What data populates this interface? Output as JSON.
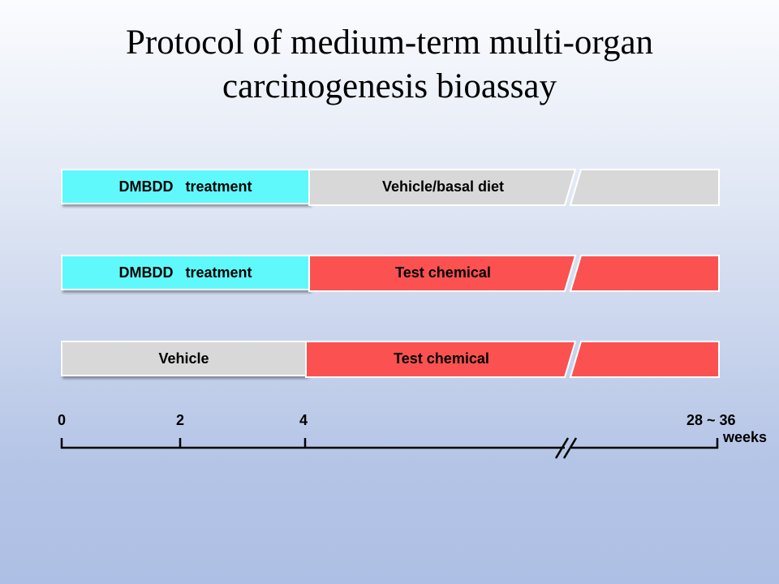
{
  "title": {
    "line1": "Protocol of medium-term multi-organ",
    "line2": "carcinogenesis bioassay"
  },
  "colors": {
    "treatment": "#5ff9fb",
    "vehicle": "#d8d8d8",
    "test_chemical": "#fc5151"
  },
  "rows": [
    {
      "first": "DMBDD   treatment",
      "second": "Vehicle/basal diet",
      "first_color": "cyan",
      "second_color": "gray"
    },
    {
      "first": "DMBDD   treatment",
      "second": "Test chemical",
      "first_color": "cyan",
      "second_color": "red"
    },
    {
      "first": "Vehicle",
      "second": "Test chemical",
      "first_color": "gray",
      "second_color": "red"
    }
  ],
  "axis": {
    "ticks": [
      "0",
      "2",
      "4",
      "28 ~ 36"
    ],
    "unit": "weeks"
  }
}
